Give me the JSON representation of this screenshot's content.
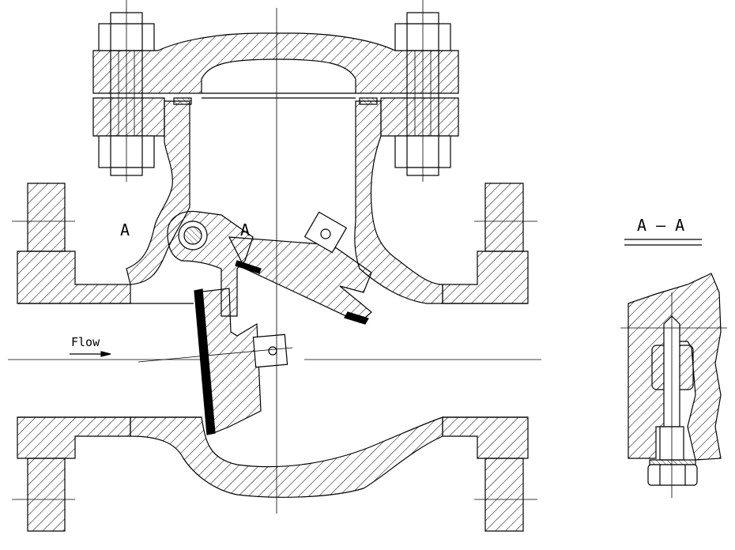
{
  "labels": {
    "section_mark_left": "A",
    "section_mark_right": "A",
    "flow": "Flow",
    "section_title": "A — A"
  },
  "colors": {
    "line": "#000000",
    "background": "#ffffff"
  }
}
